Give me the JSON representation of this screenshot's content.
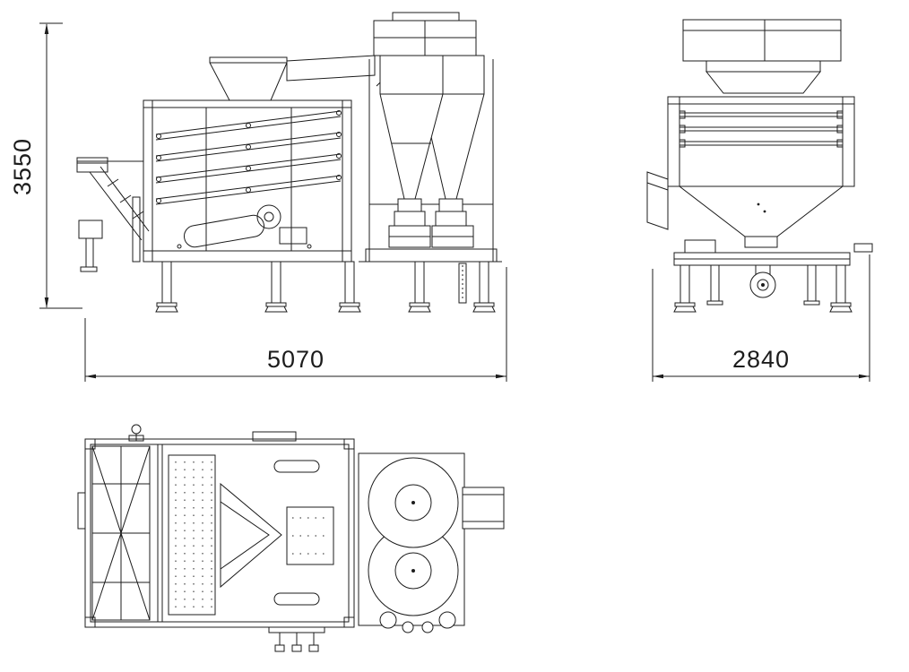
{
  "page": {
    "background": "#ffffff",
    "line_color": "#1c1c1c"
  },
  "drawing": {
    "type": "technical-orthographic-drawing",
    "views": [
      {
        "id": "side-view"
      },
      {
        "id": "front-view"
      },
      {
        "id": "top-view"
      }
    ],
    "dimensions": {
      "height": "3550",
      "length": "5070",
      "width": "2840"
    }
  }
}
